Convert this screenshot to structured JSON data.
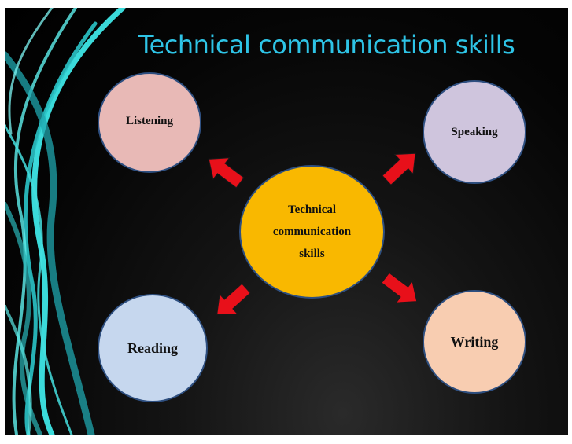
{
  "slide": {
    "title": "Technical communication skills"
  },
  "nodes": {
    "center": [
      "Technical",
      "communication",
      "skills"
    ],
    "listening": "Listening",
    "speaking": "Speaking",
    "reading": "Reading",
    "writing": "Writing"
  },
  "colors": {
    "title": "#2ec4e6",
    "center_fill": "#f9b800",
    "listening_fill": "#e8b9b6",
    "speaking_fill": "#cfc5dd",
    "reading_fill": "#c6d7ee",
    "writing_fill": "#f8cdb1",
    "arrow_fill": "#e8101a",
    "node_border": "#2e4f80",
    "swirl": "#3ee6e6"
  }
}
